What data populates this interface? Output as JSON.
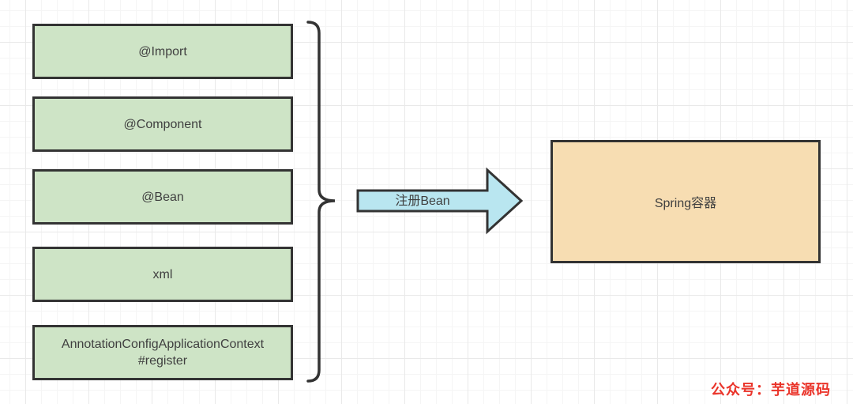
{
  "diagram": {
    "type": "block-diagram",
    "sources": [
      {
        "label": "@Import"
      },
      {
        "label": "@Component"
      },
      {
        "label": "@Bean"
      },
      {
        "label": "xml"
      },
      {
        "label": "AnnotationConfigApplicationContext",
        "label2": "#register"
      }
    ],
    "arrow": {
      "label": "注册Bean",
      "direction": "right"
    },
    "target": {
      "label": "Spring容器"
    },
    "watermark": {
      "text": "公众号：芋道源码"
    },
    "colors": {
      "source_fill": "#cee4c6",
      "arrow_fill": "#b9e6f0",
      "target_fill": "#f7ddb2",
      "border": "#333333",
      "text": "#404040",
      "watermark": "#ea342a",
      "grid_minor": "#f5f5f5",
      "grid_major": "#e9e9e9"
    }
  }
}
